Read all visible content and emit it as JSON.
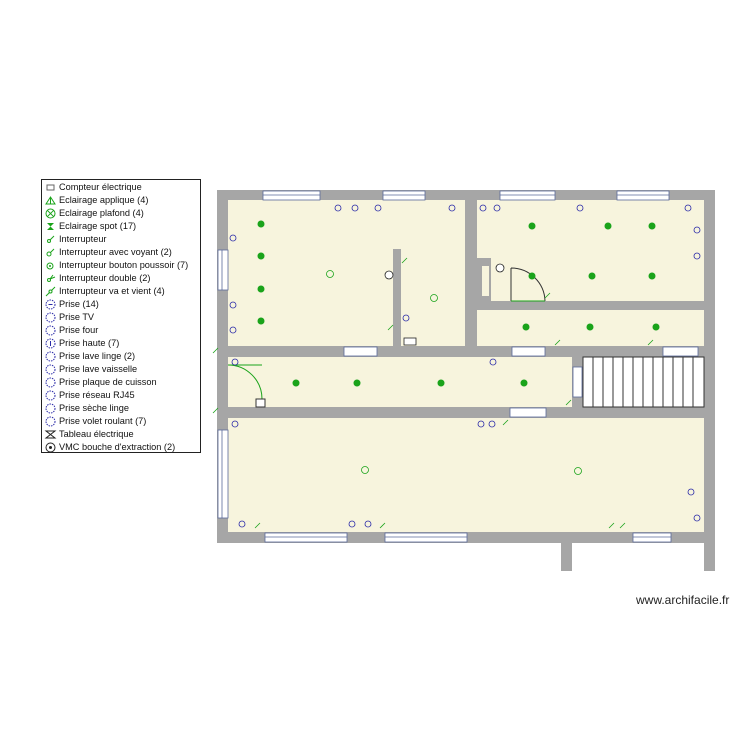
{
  "legend": {
    "items": [
      {
        "label": "Compteur électrique",
        "icon": "meter-icon",
        "color": "#666666"
      },
      {
        "label": "Eclairage applique (4)",
        "icon": "wall-light-icon",
        "color": "#1aa31a"
      },
      {
        "label": "Eclairage plafond (4)",
        "icon": "ceiling-light-icon",
        "color": "#1aa31a"
      },
      {
        "label": "Eclairage spot (17)",
        "icon": "spotlight-icon",
        "color": "#1aa31a"
      },
      {
        "label": "Interrupteur",
        "icon": "switch-icon",
        "color": "#1aa31a"
      },
      {
        "label": "Interrupteur avec voyant (2)",
        "icon": "switch-indicator-icon",
        "color": "#1aa31a"
      },
      {
        "label": "Interrupteur bouton poussoir (7)",
        "icon": "push-button-icon",
        "color": "#1aa31a"
      },
      {
        "label": "Interrupteur double (2)",
        "icon": "double-switch-icon",
        "color": "#1aa31a"
      },
      {
        "label": "Interrupteur va et vient (4)",
        "icon": "two-way-switch-icon",
        "color": "#1aa31a"
      },
      {
        "label": "Prise (14)",
        "icon": "socket-icon",
        "color": "#2a2aa8"
      },
      {
        "label": "Prise TV",
        "icon": "tv-socket-icon",
        "color": "#2a2aa8"
      },
      {
        "label": "Prise four",
        "icon": "oven-socket-icon",
        "color": "#2a2aa8"
      },
      {
        "label": "Prise haute (7)",
        "icon": "high-socket-icon",
        "color": "#2a2aa8"
      },
      {
        "label": "Prise lave linge (2)",
        "icon": "washing-machine-socket-icon",
        "color": "#2a2aa8"
      },
      {
        "label": "Prise lave vaisselle",
        "icon": "dishwasher-socket-icon",
        "color": "#2a2aa8"
      },
      {
        "label": "Prise plaque de cuisson",
        "icon": "hob-socket-icon",
        "color": "#2a2aa8"
      },
      {
        "label": "Prise réseau RJ45",
        "icon": "network-socket-icon",
        "color": "#2a2aa8"
      },
      {
        "label": "Prise sèche linge",
        "icon": "dryer-socket-icon",
        "color": "#2a2aa8"
      },
      {
        "label": "Prise volet roulant (7)",
        "icon": "shutter-socket-icon",
        "color": "#2a2aa8"
      },
      {
        "label": "Tableau électrique",
        "icon": "electrical-panel-icon",
        "color": "#222222"
      },
      {
        "label": "VMC bouche d'extraction (2)",
        "icon": "vmc-vent-icon",
        "color": "#222222"
      }
    ]
  },
  "plan": {
    "colors": {
      "wall": "#a6a6a6",
      "floor": "#f7f4dd",
      "light": "#1aa31a",
      "socket": "#2a2aa8",
      "window": "#5a6a9a",
      "door": "#1aa31a"
    }
  },
  "watermark": "www.archifacile.fr"
}
